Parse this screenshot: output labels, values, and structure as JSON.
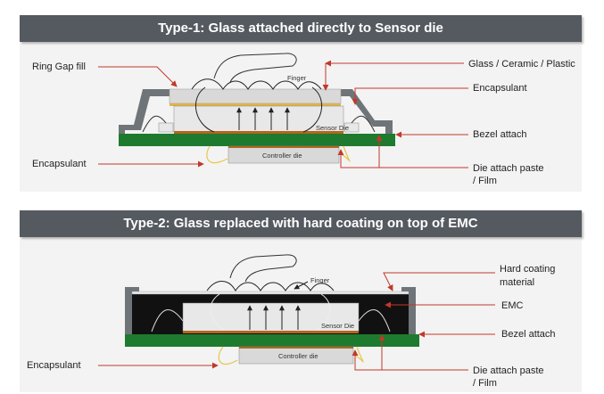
{
  "type1": {
    "title": "Type-1: Glass attached directly to Sensor die",
    "labels": {
      "ring_gap_fill": "Ring Gap fill",
      "glass": "Glass / Ceramic / Plastic",
      "encapsulant_right": "Encapsulant",
      "bezel_attach": "Bezel attach",
      "encapsulant_left": "Encapsulant",
      "die_attach_line1": "Die attach paste",
      "die_attach_line2": "/ Film",
      "finger": "Finger",
      "sensor_die": "Sensor Die",
      "controller_die": "Controller die"
    }
  },
  "type2": {
    "title": "Type-2: Glass replaced with hard coating on top of EMC",
    "labels": {
      "hard_coating_line1": "Hard coating",
      "hard_coating_line2": "material",
      "emc": "EMC",
      "bezel_attach": "Bezel attach",
      "encapsulant_left": "Encapsulant",
      "die_attach_line1": "Die attach paste",
      "die_attach_line2": "/ Film",
      "finger": "Finger",
      "sensor_die": "Sensor Die",
      "controller_die": "Controller die"
    }
  },
  "colors": {
    "banner_bg": "#555a60",
    "pcb_green": "#1e7a2e",
    "glass_gray": "#d9d9d9",
    "bezel_gray": "#6f7478",
    "emc_black": "#111111",
    "die_attach_copper": "#b5651d",
    "arrow_red": "#c0392b",
    "wire_yellow": "#e5c84a"
  }
}
